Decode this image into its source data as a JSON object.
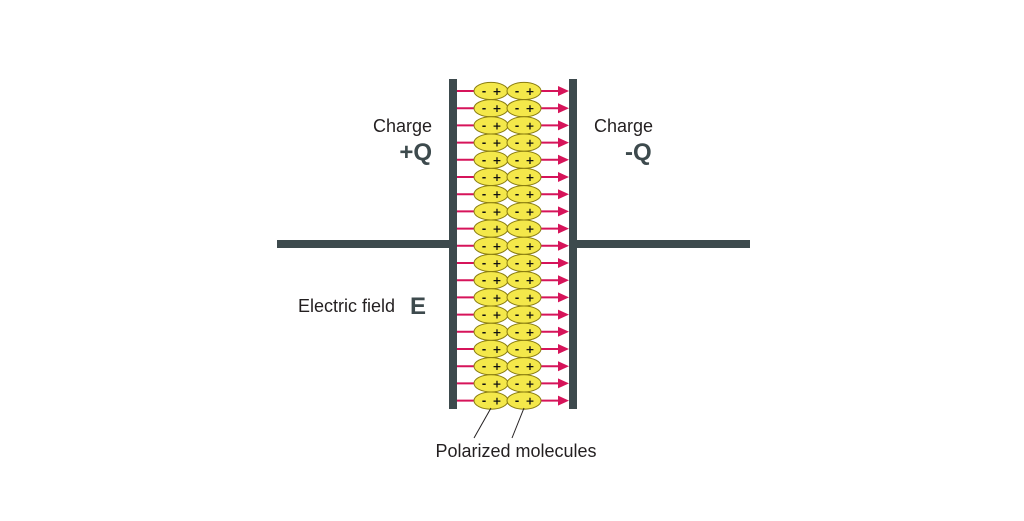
{
  "labels": {
    "left_charge_word": "Charge",
    "left_charge_value": "+Q",
    "right_charge_word": "Charge",
    "right_charge_value": "-Q",
    "field_text": "Electric field",
    "field_symbol": "E",
    "molecules_caption": "Polarized molecules"
  },
  "molecule": {
    "minus_sign": "-",
    "plus_sign": "+"
  },
  "colors": {
    "plate": "#3d4a4d",
    "field_arrow": "#d6145a",
    "molecule_fill": "#f4e84a",
    "molecule_stroke": "#8a7d10",
    "text": "#231f20"
  }
}
